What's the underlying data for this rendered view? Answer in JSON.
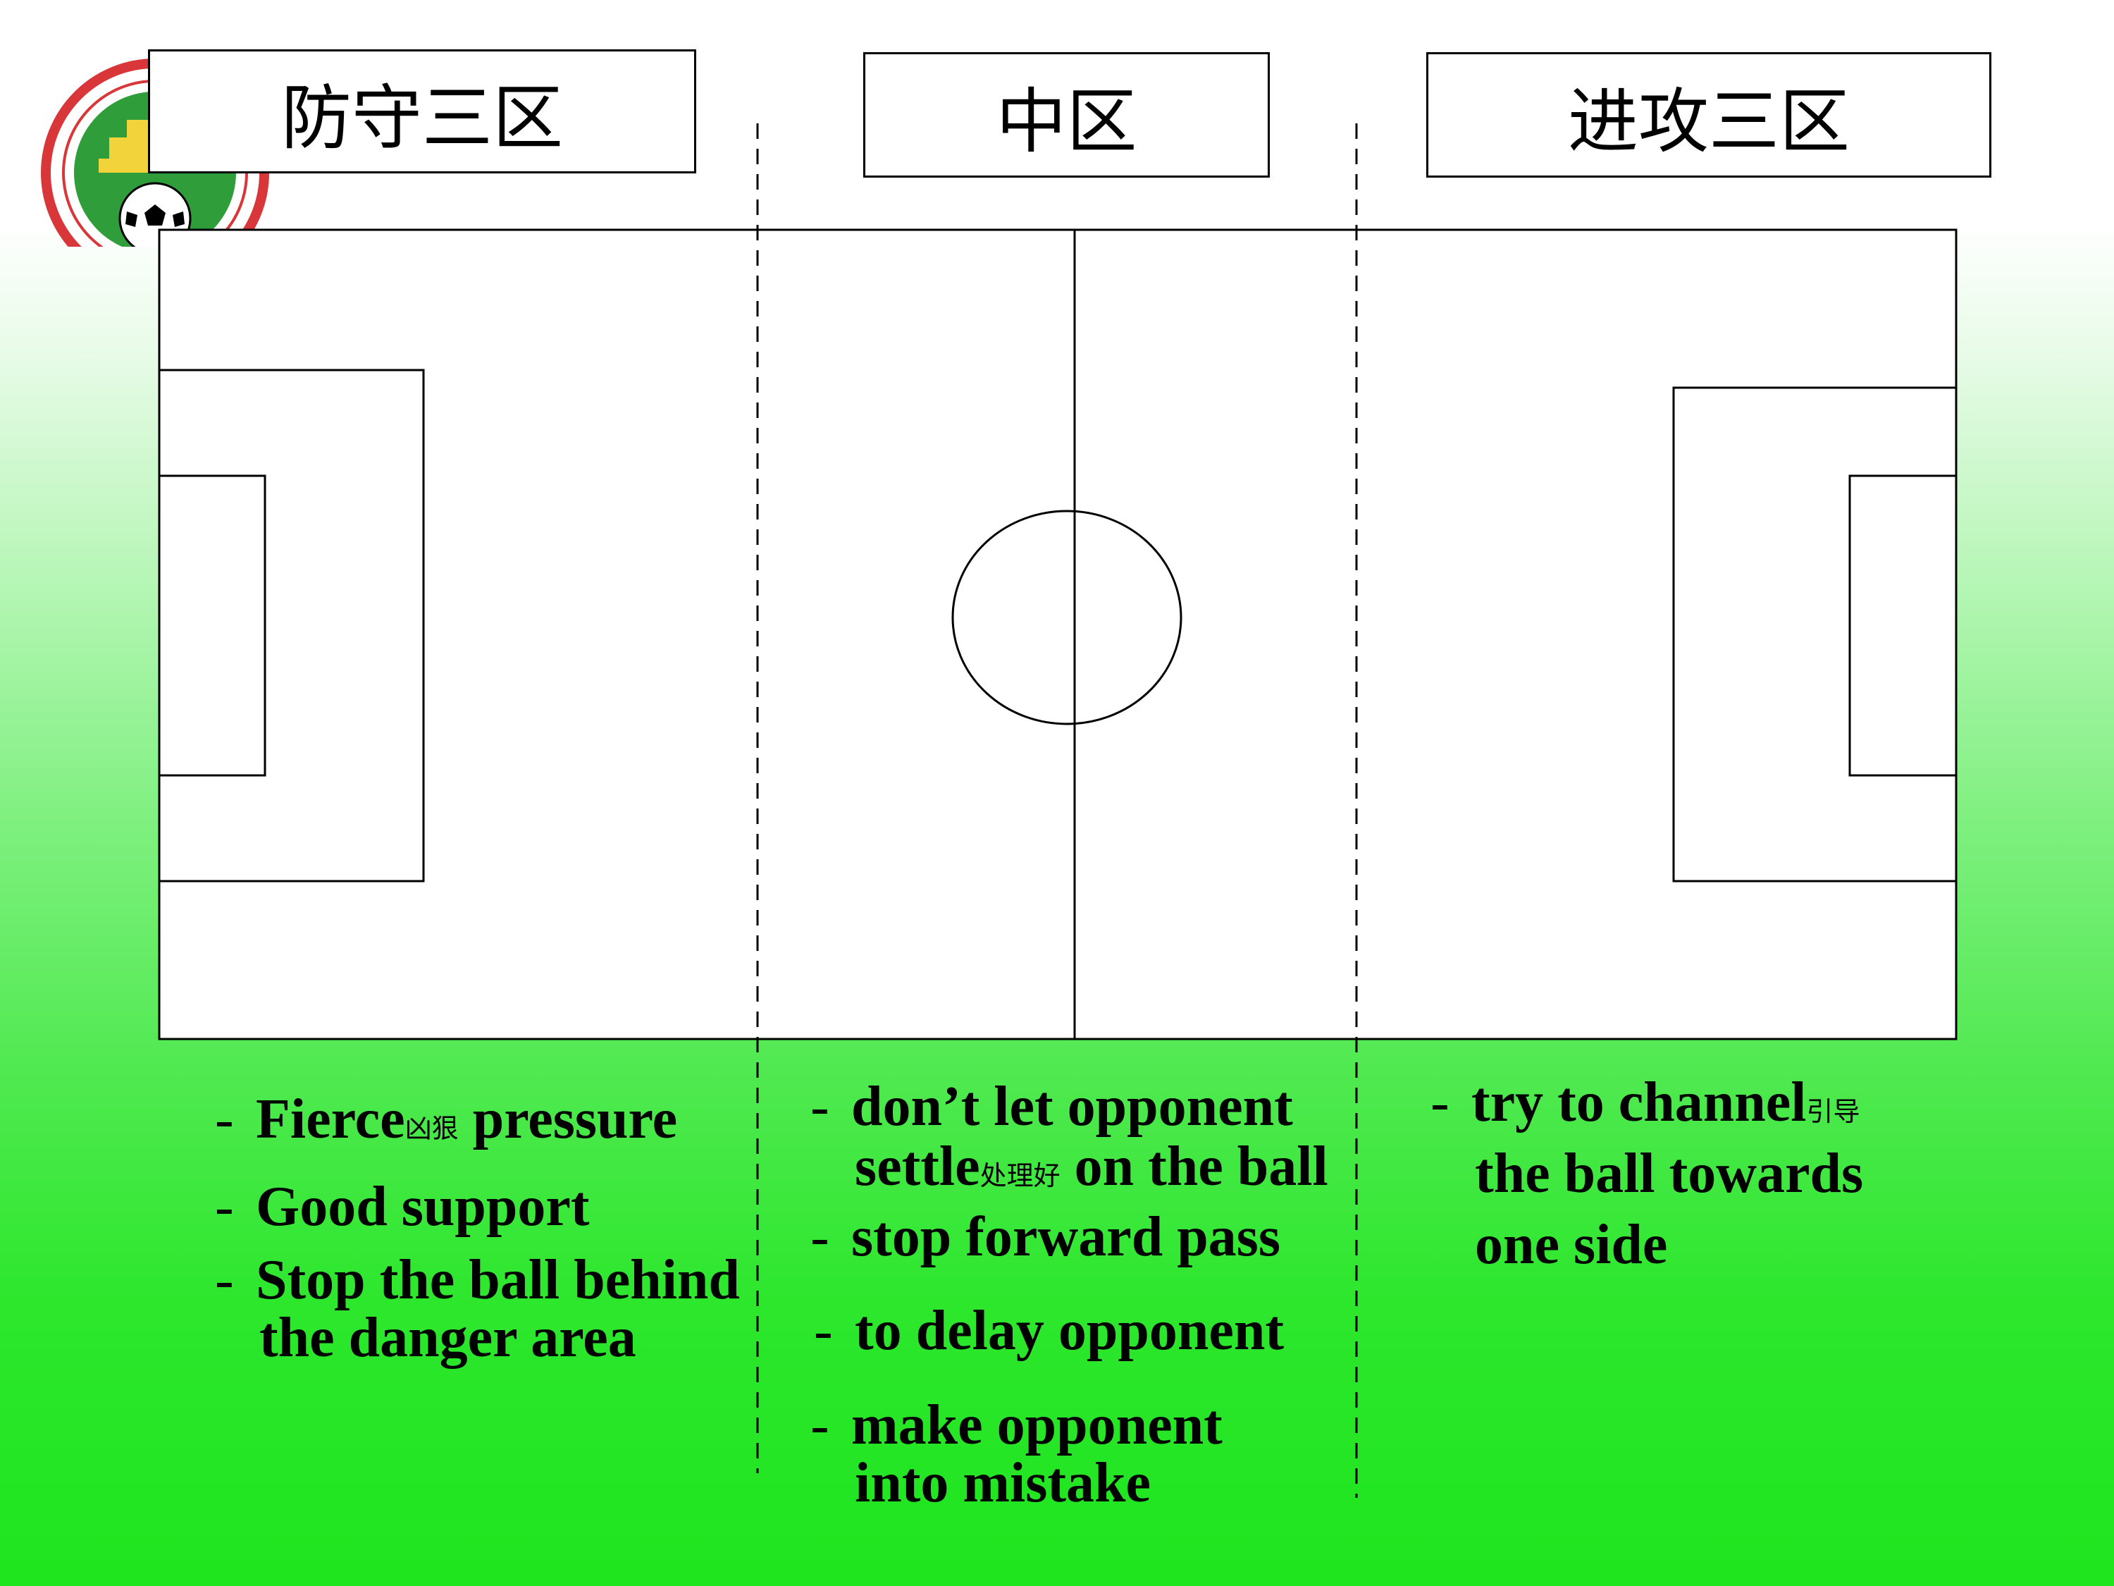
{
  "zones": {
    "defensive": "防守三区",
    "middle": "中区",
    "attacking": "进攻三区"
  },
  "defensive_notes": {
    "n1_dash": "-",
    "n1_a": "Fierce",
    "n1_small": "凶狠",
    "n1_b": " pressure",
    "n2_dash": "-",
    "n2": "Good support",
    "n3_dash": "-",
    "n3_line1": "Stop the ball behind",
    "n3_line2": "the danger area"
  },
  "middle_notes": {
    "n1_dash": "-",
    "n1_line1": "don’t let opponent",
    "n1_line2_a": "settle",
    "n1_small": "处理好",
    "n1_line2_b": " on the ball",
    "n2_dash": "-",
    "n2": "stop forward pass",
    "n3_dash": "-",
    "n3": "to delay opponent",
    "n4_dash": "-",
    "n4_line1": "make opponent",
    "n4_line2": "into mistake"
  },
  "attacking_notes": {
    "n1_dash": "-",
    "n1_line1_a": "try to channel",
    "n1_small": "引导",
    "n1_line2": "the ball towards",
    "n1_line3": "one side"
  },
  "colors": {
    "pitch": "#ffffff",
    "lines": "#000000",
    "background_bottom": "#1ee51e",
    "logo_green": "#2e9d3a",
    "logo_red": "#d9363a"
  }
}
